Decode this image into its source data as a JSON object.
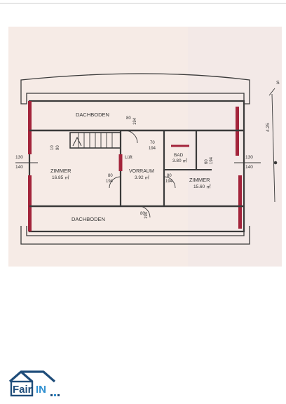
{
  "plan": {
    "rooms": {
      "attic_top": "DACHBODEN",
      "attic_bottom": "DACHBODEN",
      "room_left": "ZIMMER",
      "room_left_area": "16.85 ㎡",
      "room_right": "ZIMMER",
      "room_right_area": "15.60 ㎡",
      "hall": "VORRAUM",
      "hall_area": "3.92 ㎡",
      "bath": "BAD",
      "bath_area": "3.80 ㎡",
      "vent": "Lüft"
    },
    "dims": {
      "left_wall_a": "130",
      "left_wall_b": "140",
      "right_wall_a": "130",
      "right_wall_b": "140",
      "stair_door_a": "10",
      "stair_door_b": "90",
      "door_top_a": "80",
      "door_top_b": "194",
      "door_mid_a": "70",
      "door_mid_b": "194",
      "door_left_a": "80",
      "door_left_b": "194",
      "door_right_a": "80",
      "door_right_b": "194",
      "door_bottom_a": "80",
      "door_bottom_b": "194",
      "bath_door_a": "60",
      "bath_door_b": "194",
      "far_right_a": "4.25",
      "edge_label": "S"
    },
    "colors": {
      "paper": "#f6ebe6",
      "line": "#3a3a3a",
      "wall": "#a3243b"
    }
  },
  "logo": {
    "text_a": "Fair",
    "text_b": "IN",
    "colors": {
      "dark": "#1f4d7a",
      "accent": "#2e8fd0"
    }
  }
}
